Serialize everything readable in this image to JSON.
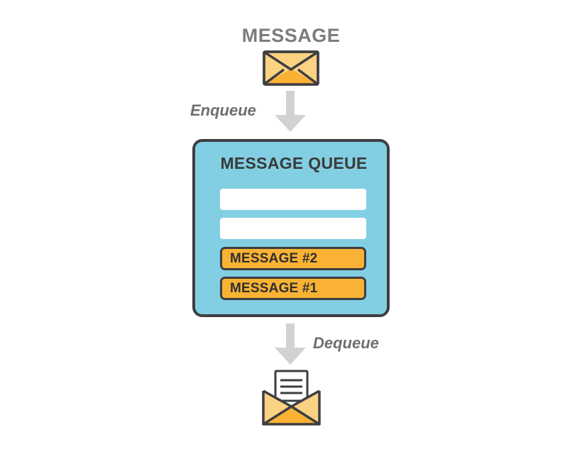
{
  "diagram": {
    "title": "MESSAGE",
    "source_icon": "closed-envelope-icon",
    "destination_icon": "open-envelope-with-letter-icon",
    "enqueue_label": "Enqueue",
    "dequeue_label": "Dequeue",
    "enqueue_arrow_icon": "arrow-down-icon",
    "dequeue_arrow_icon": "arrow-down-icon",
    "queue": {
      "heading": "MESSAGE QUEUE",
      "slots": [
        {
          "state": "empty",
          "label": ""
        },
        {
          "state": "empty",
          "label": ""
        },
        {
          "state": "filled",
          "label": "MESSAGE #2"
        },
        {
          "state": "filled",
          "label": "MESSAGE #1"
        }
      ]
    },
    "colors": {
      "queue_fill": "#82cfe3",
      "outline": "#3e3e42",
      "message_fill": "#f9b233",
      "envelope_light": "#fbd281",
      "envelope_dark": "#f9b233",
      "arrow_gray": "#d2d2d2",
      "title_gray": "#7c7c7c",
      "label_gray": "#6e6e6e",
      "letter_white": "#ffffff"
    }
  }
}
